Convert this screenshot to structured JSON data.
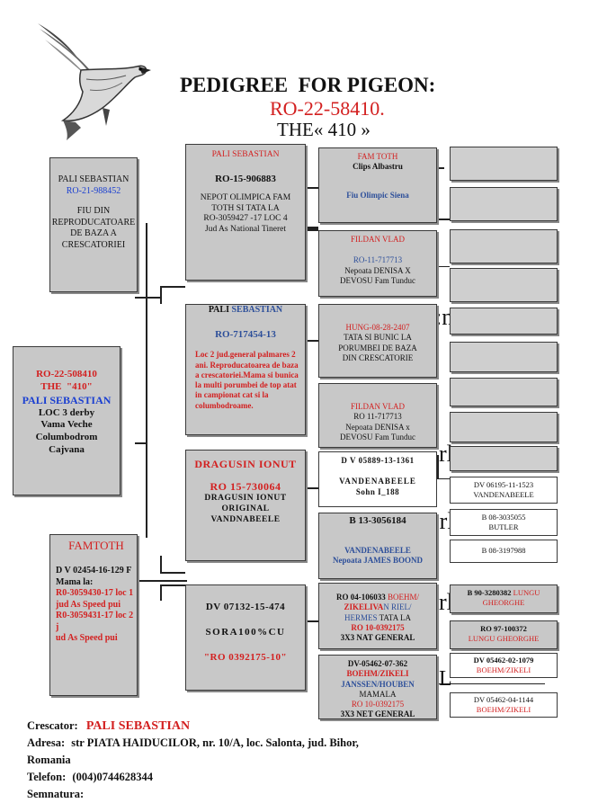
{
  "header": {
    "title": "PEDIGREE  FOR PIGEON:",
    "ring": "RO-22-58410.",
    "name": "THE« 410 »"
  },
  "subject": {
    "ring": "RO-22-508410",
    "name": "THE  \"410\"",
    "owner": "PALI SEBASTIAN",
    "lines": [
      "LOC 3 derby",
      "Vama Veche",
      "Columbodrom",
      "Cajvana"
    ]
  },
  "sire": {
    "owner": "PALI SEBASTIAN",
    "ring": "RO-21-988452",
    "lines": [
      "FIU DIN",
      "REPRODUCATOARE",
      "DE BAZA A",
      "CRESCATORIEI"
    ]
  },
  "dam": {
    "title": "FAMTOTH",
    "line1": "D V 02454-16-129 F",
    "line2": "Mama la:",
    "red1": "R0-3059430-17 loc 1",
    "red2": "jud As Speed pui",
    "red3": "R0-3059431-17 loc 2 j",
    "red4": "ud As Speed pui"
  },
  "gp1": {
    "owner": "PALI SEBASTIAN",
    "ring": "RO-15-906883",
    "lines": [
      "NEPOT OLIMPICA FAM",
      "TOTH  SI  TATA LA",
      "RO-3059427 -17 LOC 4",
      "Jud As National Tineret"
    ]
  },
  "gp2": {
    "owner_a": "PALI ",
    "owner_b": "SEBASTIAN",
    "ring": "RO-717454-13",
    "lines": [
      "Loc 2 jud.general palmares 2",
      "ani.  Reproducatoarea de baza",
      "a crescatoriei.Mama si bunica",
      "la multi porumbei de top atat",
      "in campionat cat si la",
      "columbodroame."
    ]
  },
  "gp3": {
    "owner": "DRAGUSIN IONUT",
    "ring": "RO  15-730064",
    "lines": [
      "DRAGUSIN IONUT",
      "ORIGINAL",
      "VANDNABEELE"
    ]
  },
  "gp4": {
    "ring": "DV 07132-15-474",
    "line1": "SORA100%CU",
    "line2": "\"RO 0392175-10\""
  },
  "ggp1": {
    "owner": "FAM TOTH",
    "name": "Clips Albastru",
    "extra": "Fiu Olimpic Siena"
  },
  "ggp2": {
    "owner": "FILDAN VLAD",
    "ring": "RO-11-717713",
    "lines": [
      "Nepoata DENISA X",
      "DEVOSU Fam Tunduc"
    ]
  },
  "ggp3": {
    "ring": "HUNG-08-28-2407",
    "lines": [
      "TATA SI BUNIC LA",
      "PORUMBEI DE BAZA",
      "DIN CRESCATORIE"
    ]
  },
  "ggp4": {
    "owner": "FILDAN VLAD",
    "ring": "RO  11-717713",
    "lines": [
      "Nepoata DENISA x",
      "DEVOSU Fam Tunduc"
    ]
  },
  "ggp5": {
    "ring": "D V  05889-13-1361",
    "name": "VANDENABEELE",
    "sub": "Sohn  I_188"
  },
  "ggp6": {
    "ring": "B 13-3056184",
    "name": "VANDENABEELE",
    "sub": "Nepoata JAMES BOOND"
  },
  "ggp7": {
    "ring_a": "RO 04-106033 ",
    "ring_b": "BOEHM/",
    "l2a": "ZIKELIVA",
    "l2b": "N RIEL/",
    "l3a": "HERMES ",
    "l3b": "TATA LA",
    "l4": "RO  10-0392175",
    "l5": "3X3 NAT GENERAL"
  },
  "ggp8": {
    "ring": "DV-05462-07-362",
    "l2": "BOEHM/ZIKELI",
    "l3": "JANSSEN/HOUBEN",
    "l4": "MAMALA",
    "l5": "RO  10-0392175",
    "l6": "3X3 NET GENERAL"
  },
  "g4": [
    {
      "ring": "DV 06195-11-1523",
      "name": "VANDENABEELE"
    },
    {
      "ring": "B 08-3035055",
      "name": "BUTLER"
    },
    {
      "ring": "B 08-3197988",
      "name": ""
    },
    {
      "ring": "B 90-3280382 ",
      "name_a": "LUNGU",
      "name_b": "GHEORGHE"
    },
    {
      "ring": "RO  97-100372",
      "name": "LUNGU GHEORGHE"
    },
    {
      "ring": "DV 05462-02-1079",
      "name": "BOEHM/ZIKELI"
    },
    {
      "ring": "DV 05462-04-1144",
      "name": "BOEHM/ZIKELI"
    }
  ],
  "footer": {
    "breeder_label": "Crescator:",
    "breeder": "PALI SEBASTIAN",
    "address_label": "Adresa:",
    "address": "str PIATA HAIDUCILOR, nr. 10/A, loc.  Salonta, jud.  Bihor,",
    "country": "Romania",
    "phone_label": "Telefon:",
    "phone": "(004)0744628344",
    "signature_label": "Semnatura:"
  },
  "colors": {
    "box": "#c8c8c8",
    "red": "#d32020",
    "blue": "#1a3fd1",
    "navy": "#2d4f9a"
  }
}
